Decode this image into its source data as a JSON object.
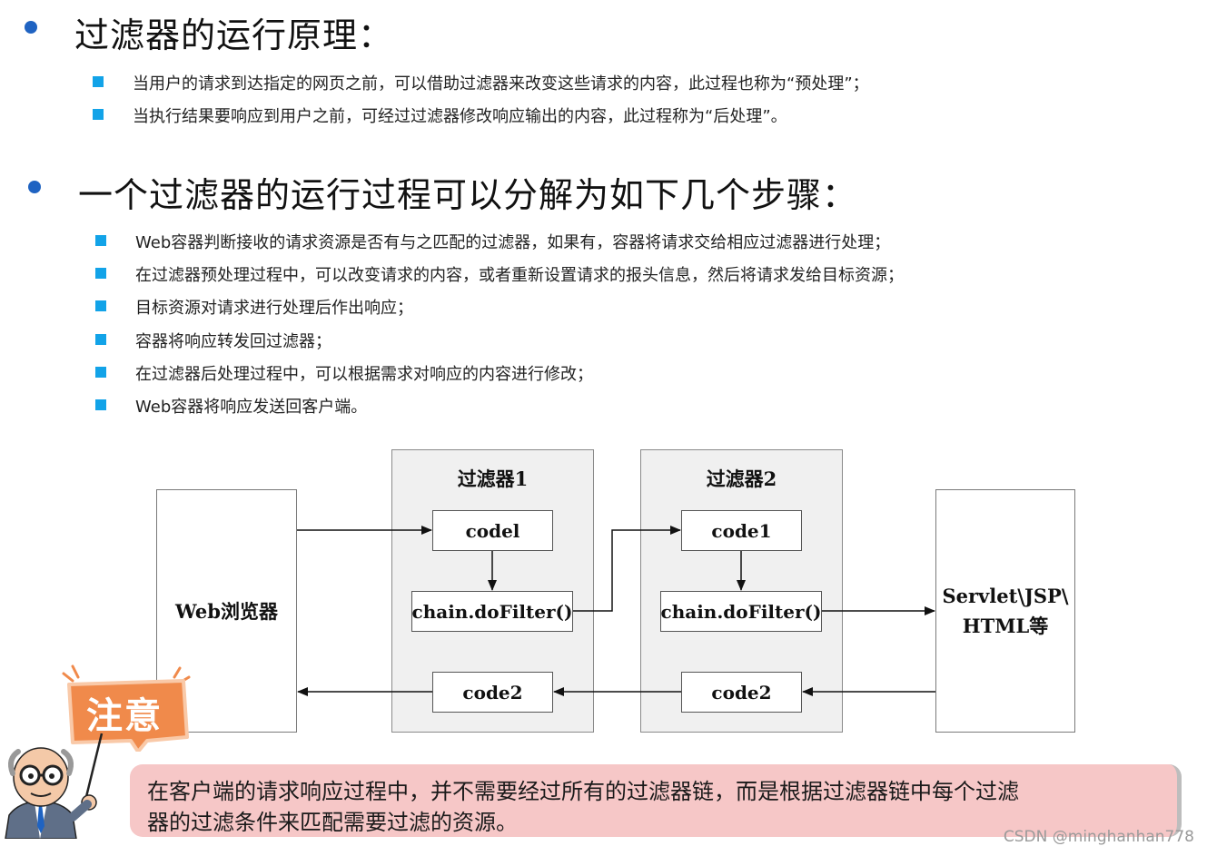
{
  "section1": {
    "heading": "过滤器的运行原理：",
    "items": [
      "当用户的请求到达指定的网页之前，可以借助过滤器来改变这些请求的内容，此过程也称为“预处理”；",
      "当执行结果要响应到用户之前，可经过过滤器修改响应输出的内容，此过程称为“后处理”。"
    ]
  },
  "section2": {
    "heading": "一个过滤器的运行过程可以分解为如下几个步骤：",
    "items": [
      "Web容器判断接收的请求资源是否有与之匹配的过滤器，如果有，容器将请求交给相应过滤器进行处理；",
      "在过滤器预处理过程中，可以改变请求的内容，或者重新设置请求的报头信息，然后将请求发给目标资源；",
      "目标资源对请求进行处理后作出响应；",
      "容器将响应转发回过滤器；",
      "在过滤器后处理过程中，可以根据需求对响应的内容进行修改；",
      "Web容器将响应发送回客户端。"
    ]
  },
  "diagram": {
    "browser": "Web浏览器",
    "filter1": {
      "title": "过滤器1",
      "code_top": "codel",
      "chain": "chain.doFilter()",
      "code_bottom": "code2"
    },
    "filter2": {
      "title": "过滤器2",
      "code_top": "code1",
      "chain": "chain.doFilter()",
      "code_bottom": "code2"
    },
    "target_line1": "Servlet\\JSP\\",
    "target_line2": "HTML等"
  },
  "note": {
    "sign": "注意",
    "line1": "在客户端的请求响应过程中，并不需要经过所有的过滤器链，而是根据过滤器链中每个过滤",
    "line2": "器的过滤条件来匹配需要过滤的资源。",
    "colors": {
      "sign": "#f08a4b",
      "bubble": "#f6c7c7"
    }
  },
  "watermark": "CSDN @minghanhan778",
  "colors": {
    "bullet_dot": "#1f63c2",
    "bullet_square": "#12a3e8",
    "panel": "#f0f0f0"
  }
}
